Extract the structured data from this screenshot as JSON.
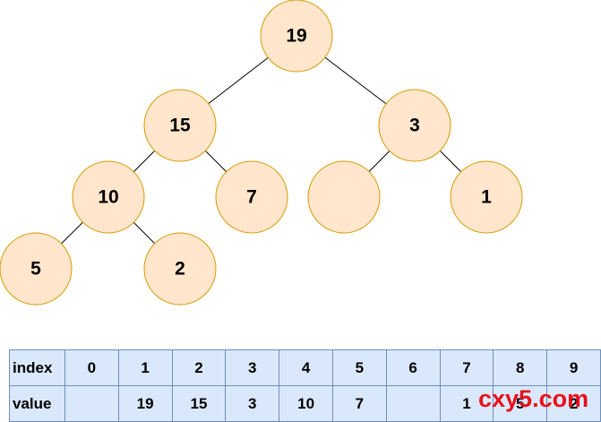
{
  "tree": {
    "node_fill": "#ffe6cc",
    "node_stroke": "#d79b00",
    "edge_color": "#000000",
    "nodes": [
      {
        "id": "n1",
        "label": "19"
      },
      {
        "id": "n2",
        "label": "15"
      },
      {
        "id": "n3",
        "label": "3"
      },
      {
        "id": "n4",
        "label": "10"
      },
      {
        "id": "n5",
        "label": "7"
      },
      {
        "id": "n6",
        "label": ""
      },
      {
        "id": "n7",
        "label": "1"
      },
      {
        "id": "n8",
        "label": "5"
      },
      {
        "id": "n9",
        "label": "2"
      }
    ],
    "edges": [
      [
        "n1",
        "n2"
      ],
      [
        "n1",
        "n3"
      ],
      [
        "n2",
        "n4"
      ],
      [
        "n2",
        "n5"
      ],
      [
        "n3",
        "n6"
      ],
      [
        "n3",
        "n7"
      ],
      [
        "n4",
        "n8"
      ],
      [
        "n4",
        "n9"
      ]
    ]
  },
  "table": {
    "fill": "#dae8fc",
    "border": "#6c8ebf",
    "index_label": "index",
    "value_label": "value",
    "indices": [
      "0",
      "1",
      "2",
      "3",
      "4",
      "5",
      "6",
      "7",
      "8",
      "9"
    ],
    "values": [
      "",
      "19",
      "15",
      "3",
      "10",
      "7",
      "",
      "1",
      "5",
      "2"
    ]
  },
  "watermark": {
    "text": "cxy5.com",
    "color": "#e8101a"
  }
}
